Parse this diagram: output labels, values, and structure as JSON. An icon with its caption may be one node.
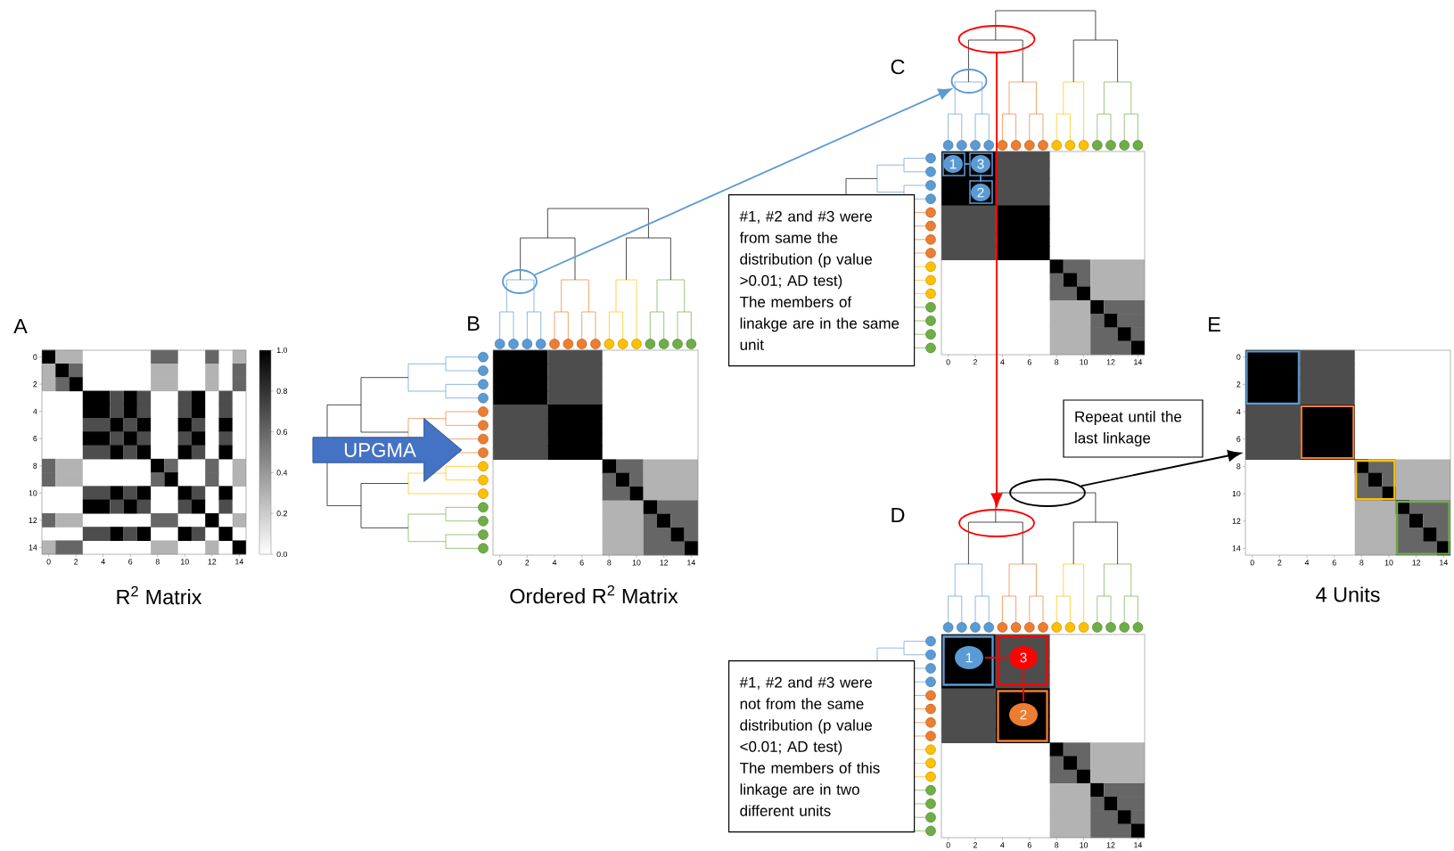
{
  "diagram": {
    "nodes": [
      {
        "text": [
          "UPGMA"
        ]
      },
      {
        "text": [],
        "shape": "ellipse"
      },
      {
        "text": [],
        "shape": "ellipse"
      },
      {
        "text": [],
        "shape": "ellipse"
      },
      {
        "text": [
          "#1, #2 and #3 were from same the distribution (p value >0.01; AD test)",
          "The members of linakge are in the same unit"
        ]
      },
      {
        "text": [],
        "shape": "picture"
      },
      {
        "text": [
          "1"
        ],
        "in": 5
      },
      {
        "text": [
          "3"
        ],
        "in": 5
      },
      {
        "text": [
          "2"
        ],
        "in": 5
      },
      {
        "text": [
          "Repeat until the last linkage"
        ]
      },
      {
        "text": [],
        "shape": "ellipse"
      },
      {
        "text": [],
        "shape": "ellipse"
      },
      {
        "text": [
          "#1, #2 and #3 were not from the same distribution (p value <0.01; AD test)",
          "The members of this linkage are in two different units"
        ]
      },
      {
        "text": [],
        "shape": "picture"
      },
      {
        "text": [
          "1"
        ],
        "in": 13
      },
      {
        "text": [
          "3"
        ],
        "in": 13
      },
      {
        "text": [
          "2"
        ],
        "in": 13
      },
      {
        "text": [],
        "shape": "picture"
      }
    ],
    "edges": [
      {
        "from": 1,
        "to": 2,
        "arrow": "to",
        "color": "#5b9bd5"
      },
      {
        "from": 3,
        "to": 11,
        "arrow": "to",
        "color": "#ff0000"
      },
      {
        "from": 10,
        "to": 17,
        "arrow": "to",
        "color": "#000000"
      },
      {
        "from": 6,
        "to": 7,
        "arrow": "none",
        "color": "#5b9bd5"
      },
      {
        "from": 7,
        "to": 8,
        "arrow": "none",
        "color": "#5b9bd5"
      },
      {
        "from": 14,
        "to": 15,
        "arrow": "none",
        "color": "#ff0000"
      },
      {
        "from": 15,
        "to": 16,
        "arrow": "none",
        "color": "#ff0000"
      }
    ],
    "labels": [
      "A",
      "0",
      "2",
      "4",
      "6",
      "8",
      "10",
      "12",
      "14",
      "0",
      "2",
      "4",
      "6",
      "8",
      "10",
      "12",
      "14",
      "1.0",
      "0.8",
      "0.6",
      "0.4",
      "0.2",
      "0.0",
      "R$^{2}$ Matrix",
      "B",
      "0",
      "2",
      "4",
      "6",
      "8",
      "10",
      "12",
      "14",
      "Ordered R$^{2}$ Matrix",
      "C",
      "0",
      "2",
      "4",
      "6",
      "8",
      "10",
      "12",
      "14",
      "D",
      "0",
      "2",
      "4",
      "6",
      "8",
      "10",
      "12",
      "14",
      "E",
      "0",
      "2",
      "4",
      "6",
      "8",
      "10",
      "12",
      "14",
      "0",
      "2",
      "4",
      "6",
      "8",
      "10",
      "12",
      "14",
      "4 Units"
    ]
  }
}
